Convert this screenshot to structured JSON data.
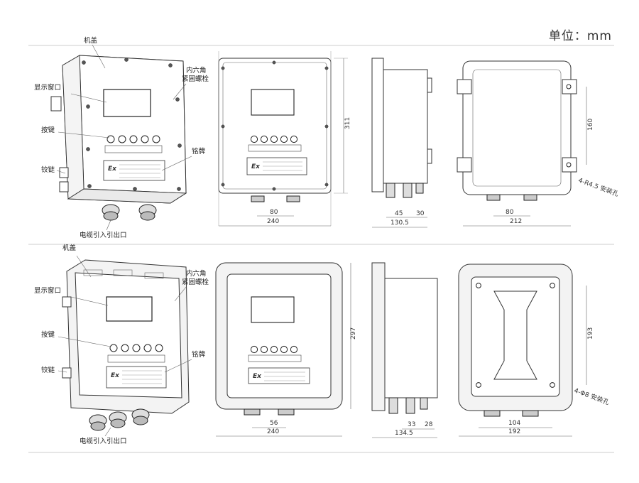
{
  "unit_label": "单位：mm",
  "top": {
    "callouts": {
      "cover": "机盖",
      "display_window": "显示窗口",
      "buttons": "按键",
      "hinge": "铰链",
      "hex_screw_1": "内六角",
      "hex_screw_2": "紧固螺栓",
      "nameplate": "铭牌",
      "cable_entry": "电缆引入引出口"
    },
    "dims": {
      "height": "311",
      "width_front": "240",
      "gland_spacing": "80",
      "depth": "130.5",
      "side_a": "45",
      "side_b": "30",
      "back_width": "212",
      "back_spacing": "80",
      "mount_height": "160",
      "mount_holes": "4-R4.5 安装孔"
    }
  },
  "bottom": {
    "callouts": {
      "cover": "机盖",
      "display_window": "显示窗口",
      "buttons": "按键",
      "hinge": "铰链",
      "hex_screw_1": "内六角",
      "hex_screw_2": "紧固螺栓",
      "nameplate": "铭牌",
      "cable_entry": "电缆引入引出口"
    },
    "dims": {
      "height": "297",
      "width_front": "240",
      "gland_spacing": "56",
      "depth": "134.5",
      "side_a": "33",
      "side_b": "28",
      "back_width": "192",
      "back_spacing": "104",
      "mount_height": "193",
      "mount_holes": "4-Φ8 安装孔"
    }
  },
  "nameplate_mark": "Ex"
}
